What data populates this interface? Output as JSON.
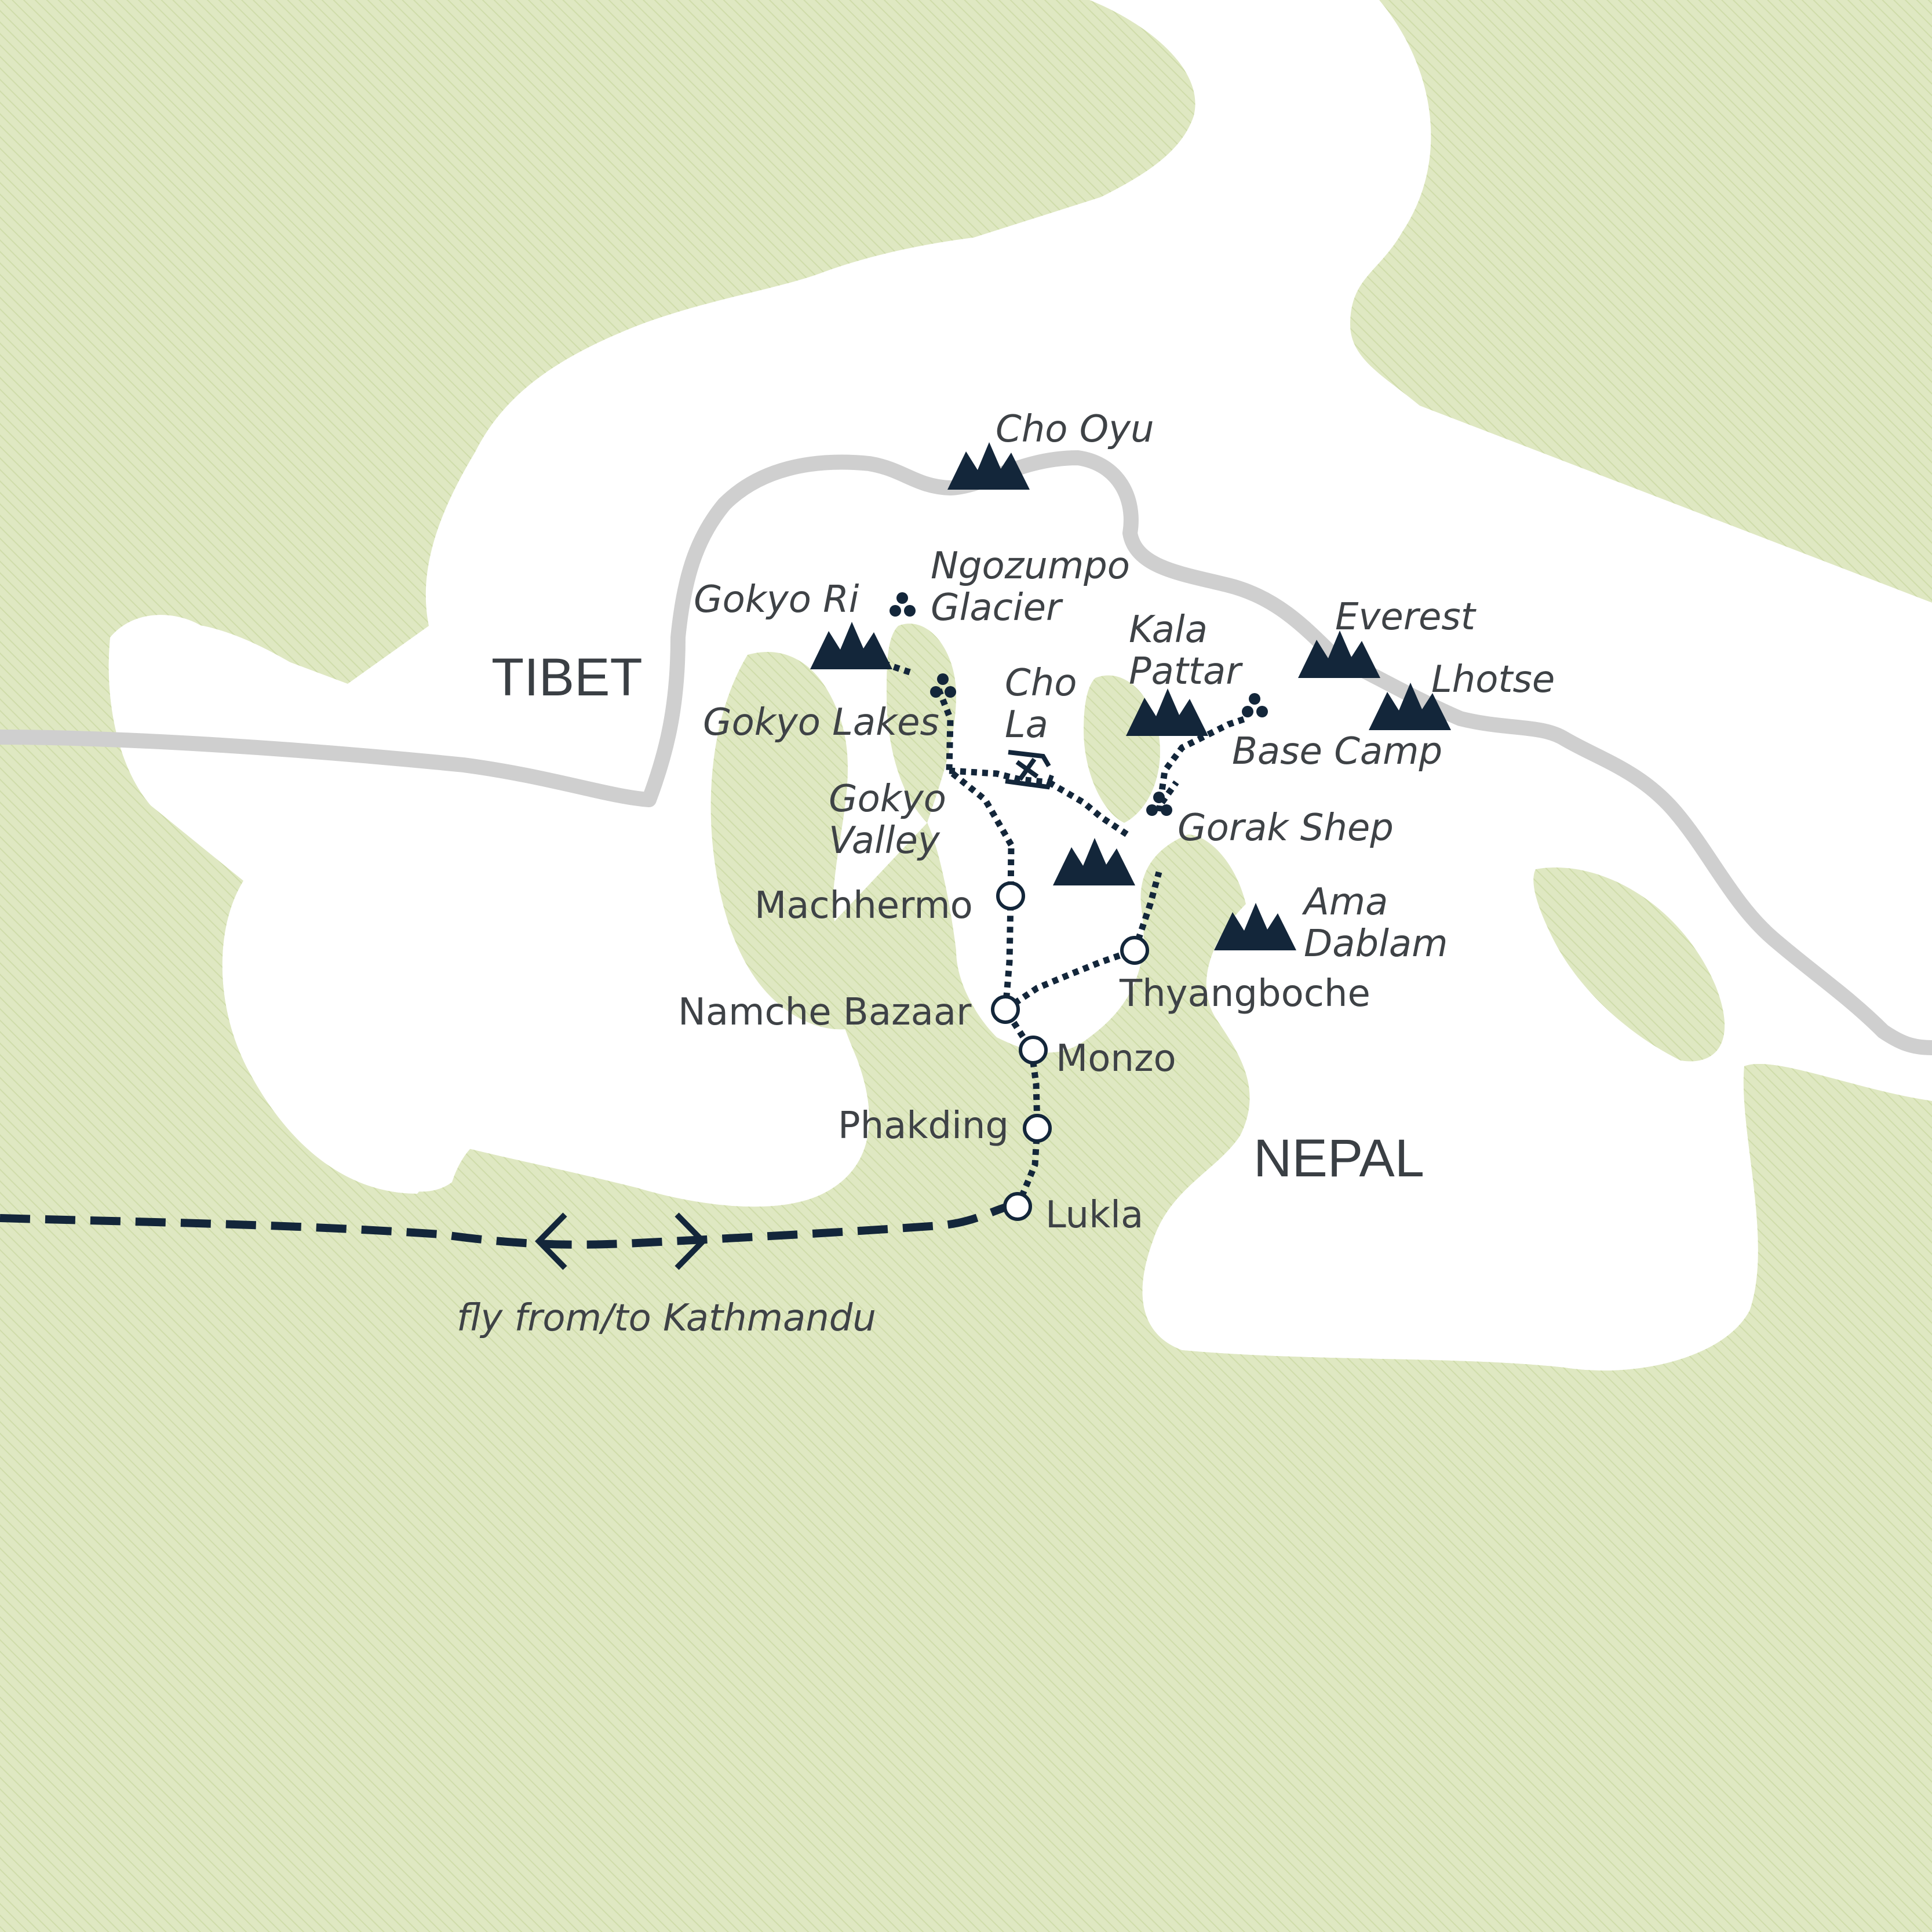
{
  "map": {
    "colors": {
      "land": "#dfe8c2",
      "land_hatch": "#cfdcaa",
      "snow": "#ffffff",
      "border": "#cfcfcf",
      "route": "#13263a",
      "icon": "#13263a",
      "text": "#3e4246"
    },
    "countries": {
      "tibet": "TIBET",
      "nepal": "NEPAL"
    },
    "peaks": {
      "cho_oyu": "Cho Oyu",
      "gokyo_ri": "Gokyo Ri",
      "everest": "Everest",
      "lhotse": "Lhotse",
      "kala_pattar": [
        "Kala",
        "Pattar"
      ],
      "ama_dablam": [
        "Ama",
        "Dablam"
      ]
    },
    "glaciers_lakes": {
      "ngozumpo_glacier": [
        "Ngozumpo",
        "Glacier"
      ],
      "gokyo_lakes": "Gokyo Lakes",
      "base_camp": "Base Camp",
      "gorak_shep": "Gorak Shep"
    },
    "pass": {
      "cho_la": [
        "Cho",
        "La"
      ]
    },
    "valley": {
      "gokyo_valley": [
        "Gokyo",
        "Valley"
      ]
    },
    "stops": {
      "machhermo": "Machhermo",
      "namche_bazaar": "Namche Bazaar",
      "monzo": "Monzo",
      "phakding": "Phakding",
      "lukla": "Lukla",
      "thyangboche": "Thyangboche"
    },
    "flight_label": "fly from/to Kathmandu",
    "icon_names": {
      "peak": "mountain-peak-icon",
      "lake": "lake-cluster-icon",
      "stop": "overnight-stop-icon",
      "pass": "mountain-pass-icon",
      "arrows": "flight-direction-arrow-icon"
    }
  }
}
